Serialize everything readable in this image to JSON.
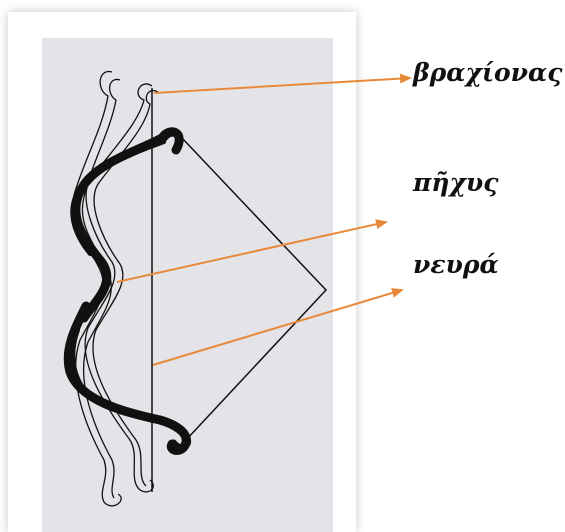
{
  "labels": {
    "arm": "βραχίονας",
    "grip": "πῆχυς",
    "string": "νευρά"
  },
  "colors": {
    "arrow": "#e8893a",
    "panel": "#e4e4e8",
    "ink": "#111111"
  }
}
